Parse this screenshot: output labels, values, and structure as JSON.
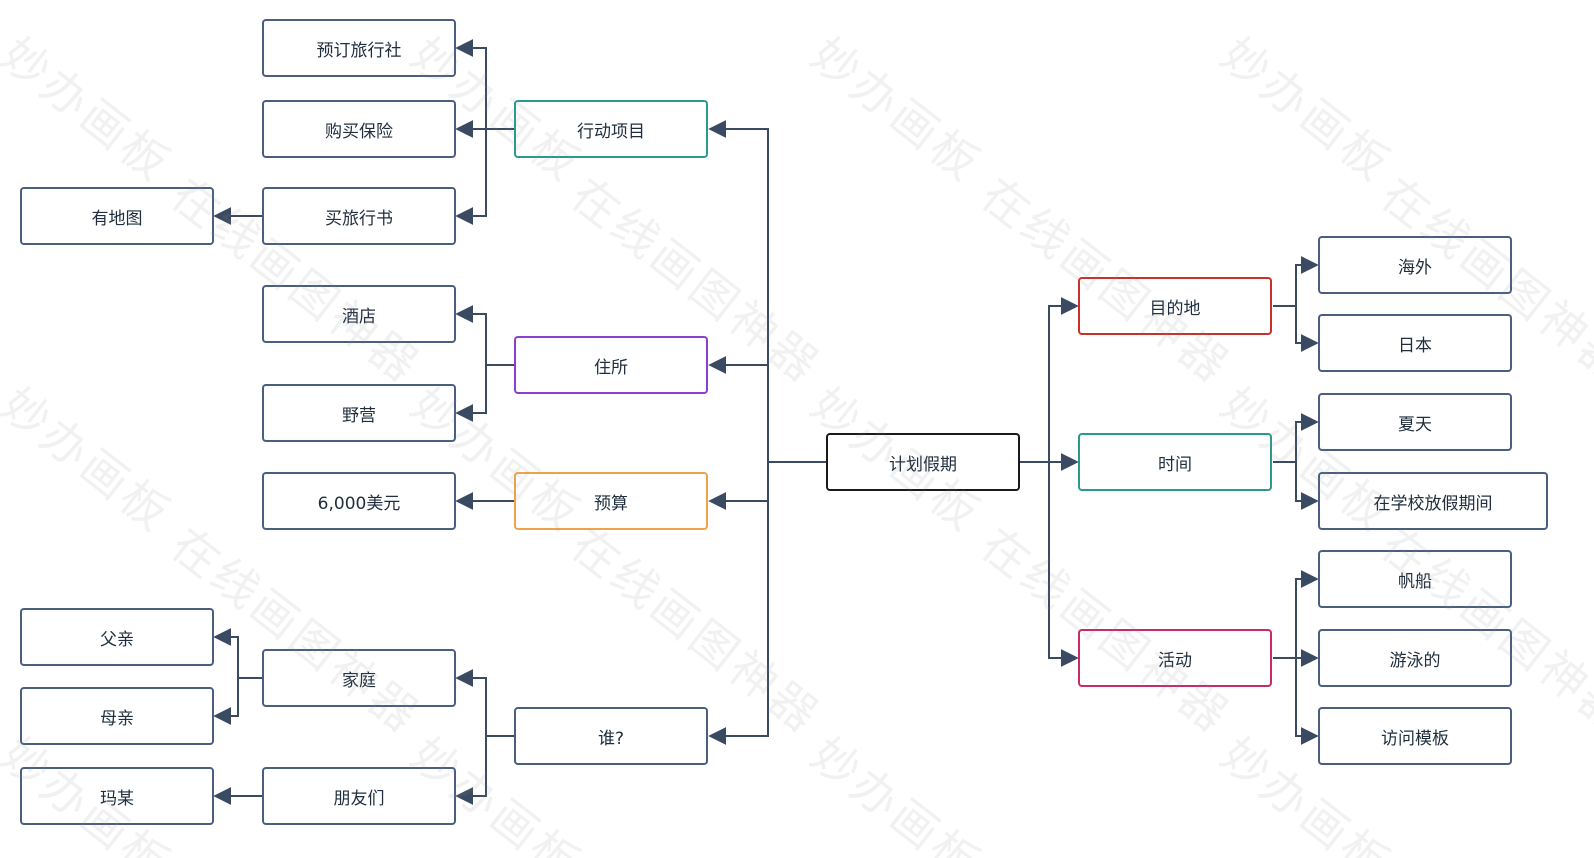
{
  "watermark": {
    "text_a": "妙办画板",
    "text_b": "在线画图神器"
  },
  "nodes": {
    "root": "计划假期",
    "actions": "行动项目",
    "book_agency": "预订旅行社",
    "insurance": "购买保险",
    "guidebook": "买旅行书",
    "has_map": "有地图",
    "lodging": "住所",
    "hotel": "酒店",
    "camping": "野营",
    "budget": "预算",
    "budget_amount": "6,000美元",
    "who": "谁?",
    "family": "家庭",
    "father": "父亲",
    "mother": "母亲",
    "friends": "朋友们",
    "someone": "玛某",
    "destination": "目的地",
    "overseas": "海外",
    "japan": "日本",
    "time": "时间",
    "summer": "夏天",
    "school_break": "在学校放假期间",
    "activities": "活动",
    "sailing": "帆船",
    "swimming": "游泳的",
    "visit_template": "访问模板"
  },
  "colors": {
    "connector": "#3a4a62",
    "default_border": "#4a5f80",
    "root_border": "#1a1a1a",
    "teal": "#2a9a91",
    "purple": "#8a3fd0",
    "orange": "#f0a24a",
    "red": "#c8302a",
    "pink": "#c82a67"
  }
}
